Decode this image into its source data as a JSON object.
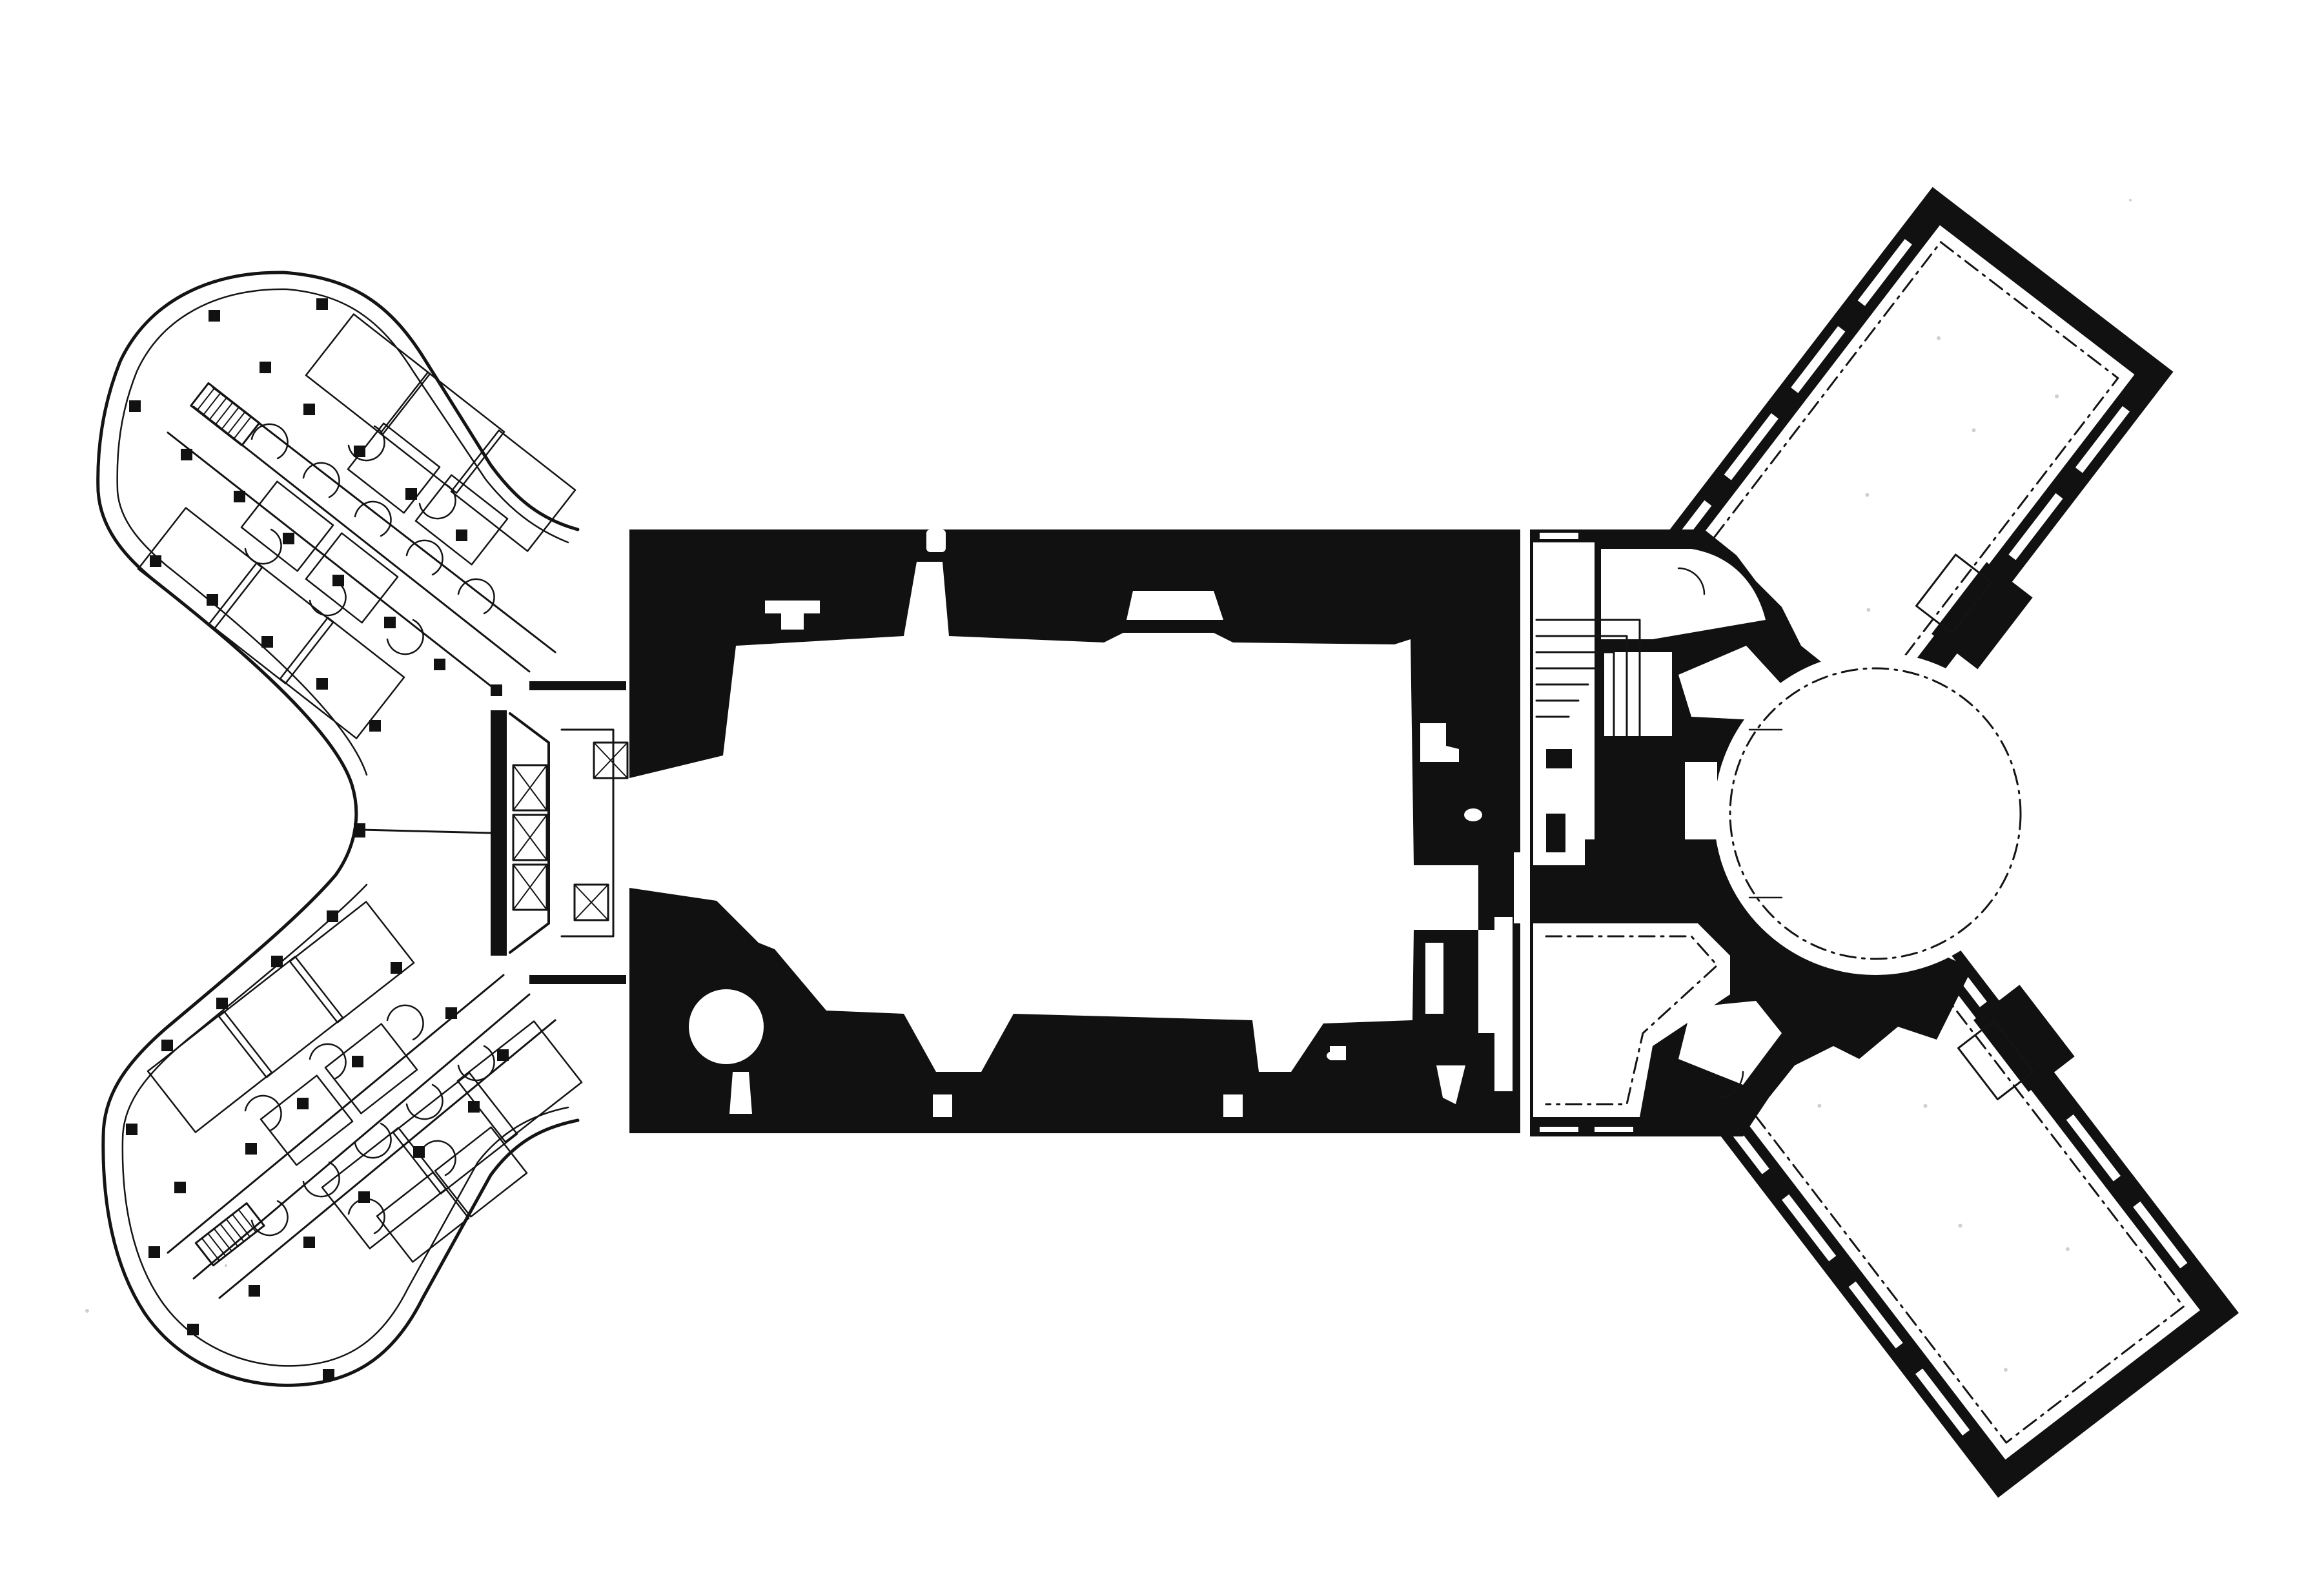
{
  "figure": {
    "kind": "architectural-floor-plan",
    "style": "black poché on white, line drawing on left wing",
    "labels": []
  },
  "colors": {
    "poche": "#111111",
    "line": "#141414",
    "paper": "#ffffff",
    "stipple": "#cfcfcf"
  },
  "parts": [
    {
      "id": "left-v-wing",
      "description_visible": false
    },
    {
      "id": "central-poche-block",
      "description_visible": false
    },
    {
      "id": "right-y-wing",
      "description_visible": false
    }
  ],
  "icons": [
    "stair-icon",
    "elevator-icon"
  ]
}
